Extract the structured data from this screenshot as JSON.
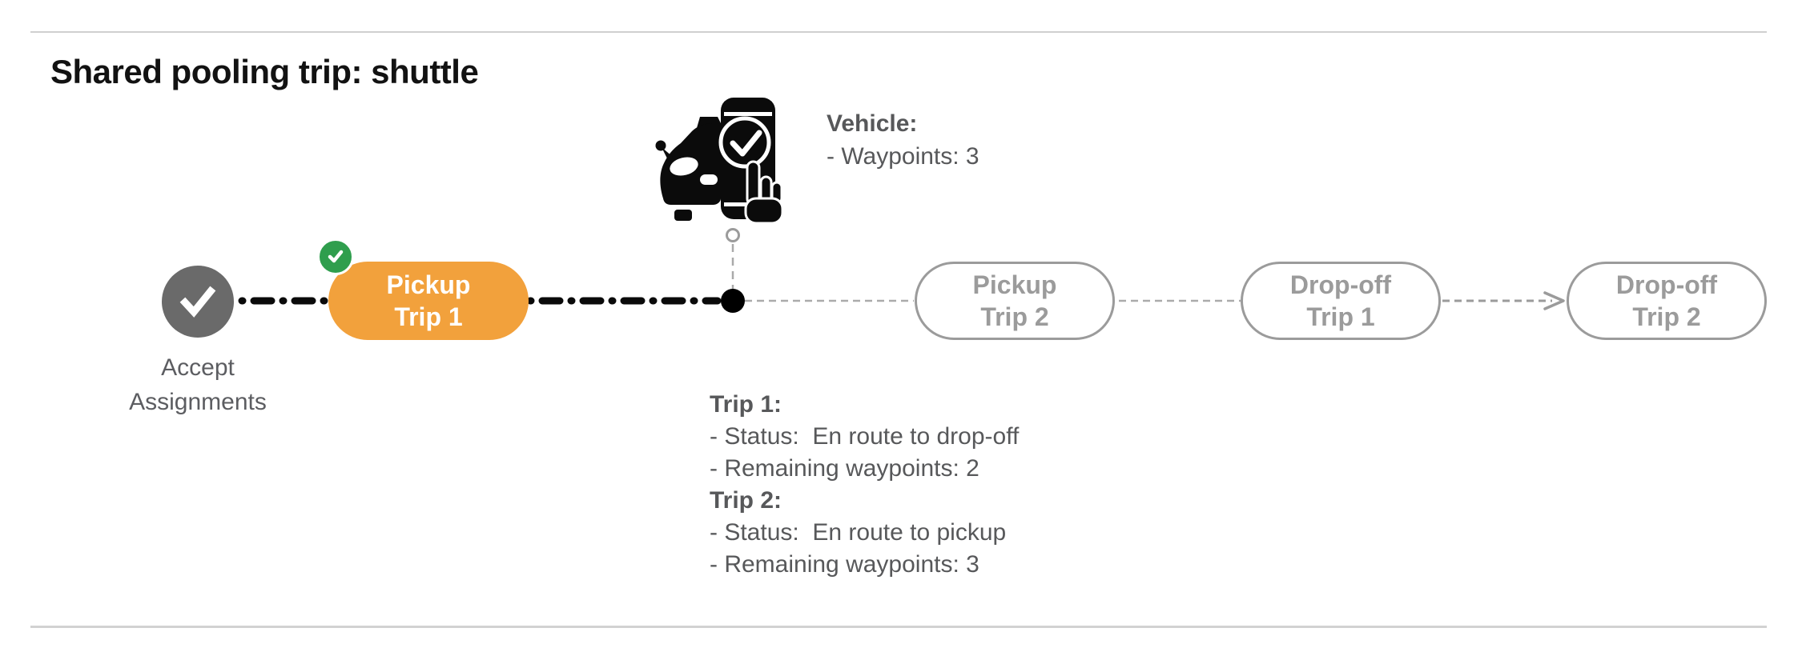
{
  "header": {
    "title": "Shared pooling trip: shuttle"
  },
  "vehicle": {
    "icon": "car-phone-check-icon",
    "label": "Vehicle:",
    "lines": [
      "- Waypoints: 3"
    ]
  },
  "timeline": {
    "accept": {
      "state": "completed",
      "icon": "checkmark-icon",
      "label_lines": [
        "Accept",
        "Assignments"
      ]
    },
    "pickup1": {
      "state": "current",
      "badge_icon": "check-badge-icon",
      "lines": [
        "Pickup",
        "Trip 1"
      ]
    },
    "vehicle_dot": {
      "state": "vehicle-position",
      "icon": "filled-dot"
    },
    "pickup2": {
      "state": "upcoming",
      "lines": [
        "Pickup",
        "Trip 2"
      ]
    },
    "dropoff1": {
      "state": "upcoming",
      "lines": [
        "Drop-off",
        "Trip 1"
      ]
    },
    "dropoff2": {
      "state": "upcoming",
      "lines": [
        "Drop-off",
        "Trip 2"
      ]
    }
  },
  "trip_status": {
    "trip1": {
      "title": "Trip 1:",
      "lines": [
        "- Status:  En route to drop-off",
        "- Remaining waypoints: 2"
      ]
    },
    "trip2": {
      "title": "Trip 2:",
      "lines": [
        "- Status:  En route to pickup",
        "- Remaining waypoints: 3"
      ]
    }
  },
  "colors": {
    "active_orange": "#F2A13C",
    "completed_green": "#2F9E4D",
    "completed_gray": "#6A6A6A",
    "upcoming_gray": "#9B9B9B",
    "text_gray": "#57585A",
    "line_black": "#0A0A0A",
    "divider_gray": "#D2D2D2"
  }
}
